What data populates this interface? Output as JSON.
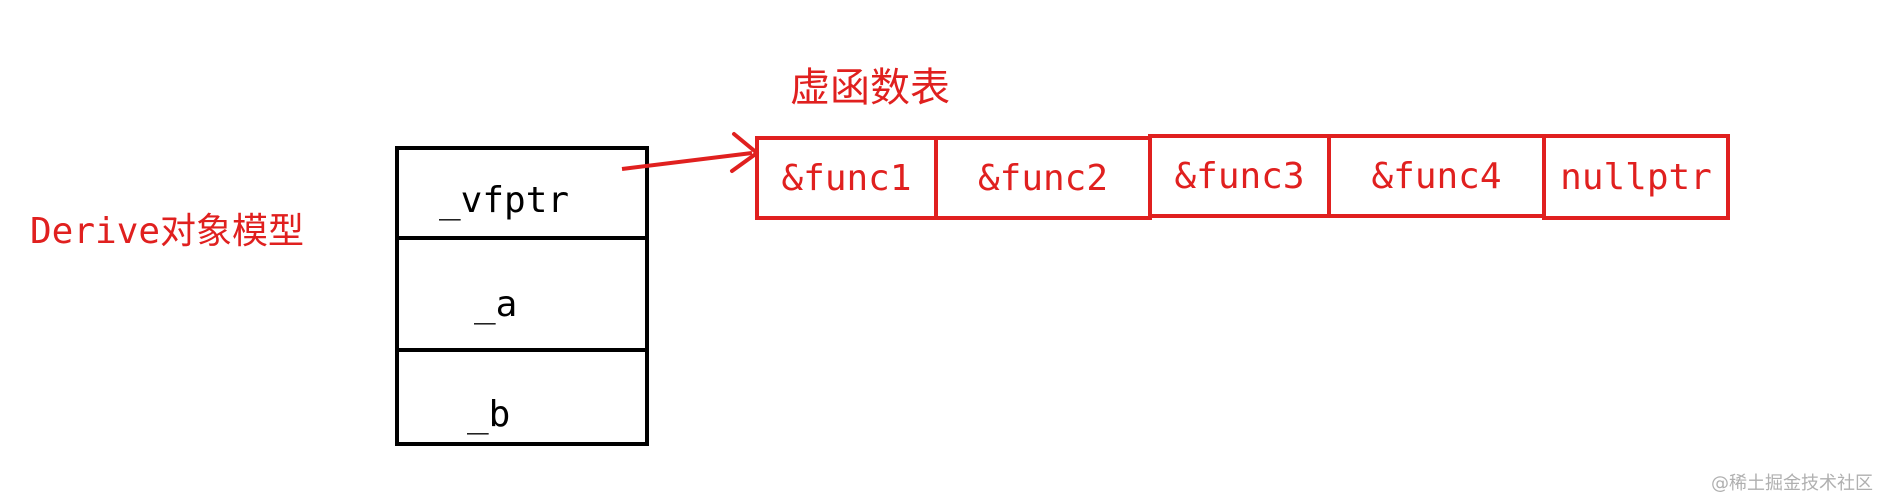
{
  "object_model": {
    "title": "Derive对象模型",
    "fields": [
      "_vfptr",
      "_a",
      "_b"
    ]
  },
  "vtable": {
    "title": "虚函数表",
    "entries": [
      "&func1",
      "&func2",
      "&func3",
      "&func4",
      "nullptr"
    ]
  },
  "colors": {
    "accent": "#e0201f",
    "box": "#000000"
  },
  "watermark": "@稀土掘金技术社区"
}
